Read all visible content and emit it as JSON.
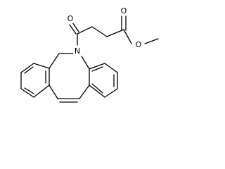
{
  "diagram": {
    "type": "chemical-structure",
    "atoms": {
      "nitrogen": "N",
      "ketone_oxygen": "O",
      "ester_carbonyl_oxygen": "O",
      "ester_ether_oxygen": "O"
    },
    "colors": {
      "bond": "#000000",
      "text": "#000000",
      "background": "#ffffff"
    }
  }
}
